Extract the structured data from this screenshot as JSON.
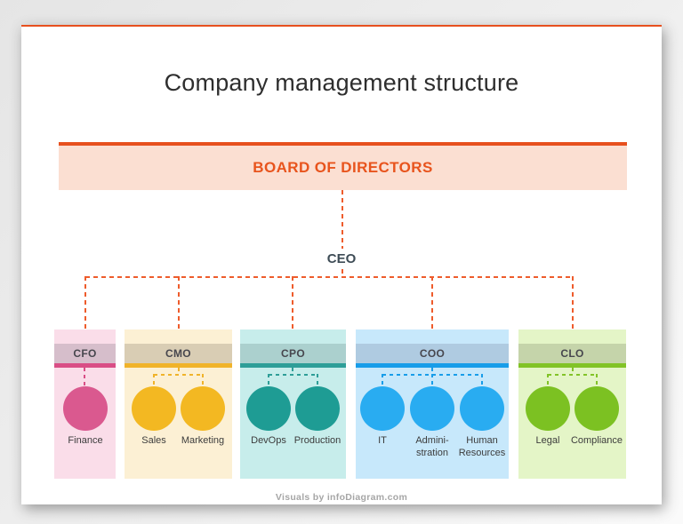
{
  "page": {
    "title": "Company management structure",
    "footer": "Visuals by infoDiagram.com"
  },
  "colors": {
    "connector": "#EE5C2C",
    "board_bar": "#E7501E",
    "board_bg": "#FBDFD2",
    "board_text": "#E8541D",
    "ceo_text": "#3E4C56"
  },
  "board": {
    "label": "BOARD OF DIRECTORS"
  },
  "ceo": {
    "label": "CEO"
  },
  "departments": [
    {
      "title": "CFO",
      "colors": {
        "bg": "#FADDE9",
        "band": "#D6BECB",
        "accent": "#D94E86",
        "circle": "#DA598F"
      },
      "units": [
        "Finance"
      ]
    },
    {
      "title": "CMO",
      "colors": {
        "bg": "#FCF0D4",
        "band": "#D9CDB4",
        "accent": "#F0B32A",
        "circle": "#F3B822"
      },
      "units": [
        "Sales",
        "Marketing"
      ]
    },
    {
      "title": "CPO",
      "colors": {
        "bg": "#C7EDEB",
        "band": "#ABD0CE",
        "accent": "#2E9E98",
        "circle": "#1E9C94"
      },
      "units": [
        "DevOps",
        "Production"
      ]
    },
    {
      "title": "COO",
      "colors": {
        "bg": "#C7E8FB",
        "band": "#AFCBE1",
        "accent": "#189DE9",
        "circle": "#29ACF1"
      },
      "units": [
        "IT",
        "Admini-stration",
        "Human Resources"
      ]
    },
    {
      "title": "CLO",
      "colors": {
        "bg": "#E4F5C7",
        "band": "#C5D4AA",
        "accent": "#82C327",
        "circle": "#7CC122"
      },
      "units": [
        "Legal",
        "Compliance"
      ]
    }
  ]
}
